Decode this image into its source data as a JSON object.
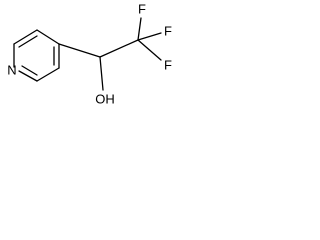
{
  "molecule": {
    "atoms": {
      "ring_nitrogen": "N",
      "fluorine_top": "F",
      "fluorine_upper_right": "F",
      "fluorine_right": "F",
      "hydroxyl": "OH"
    }
  }
}
